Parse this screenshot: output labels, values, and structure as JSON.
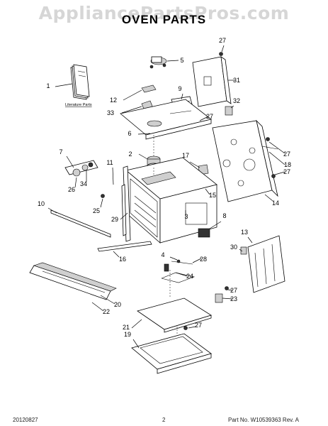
{
  "watermark": "AppliancePartsPros.com",
  "title": "OVEN PARTS",
  "literature_label": "Literature Parts",
  "footer": {
    "date": "20120827",
    "page": "2",
    "part_no": "Part No.  W10539363  Rev. A"
  },
  "callouts": [
    "27",
    "5",
    "1",
    "31",
    "9",
    "12",
    "33",
    "32",
    "27",
    "6",
    "27",
    "7",
    "2",
    "17",
    "11",
    "18",
    "27",
    "26",
    "34",
    "25",
    "15",
    "10",
    "29",
    "3",
    "8",
    "14",
    "13",
    "30",
    "16",
    "28",
    "4",
    "24",
    "20",
    "22",
    "27",
    "23",
    "21",
    "27",
    "19"
  ]
}
